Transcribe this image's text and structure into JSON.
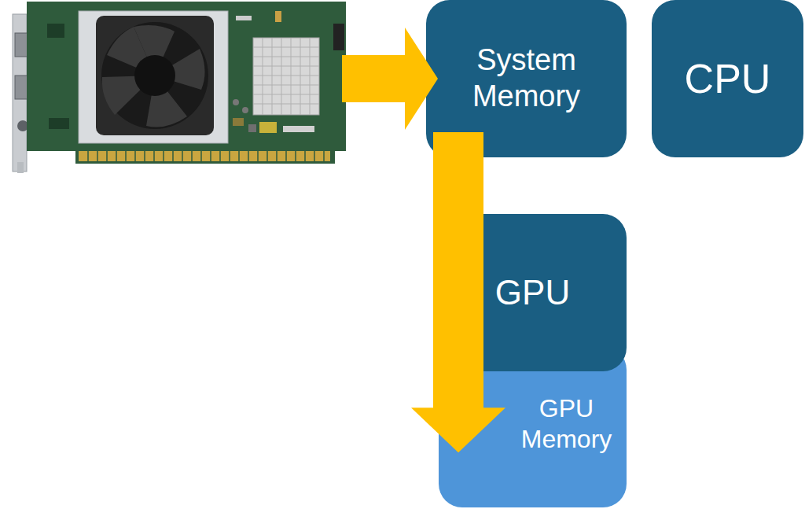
{
  "diagram": {
    "nodes": [
      {
        "text": [
          "System Memory"
        ]
      },
      {
        "text": [
          "CPU"
        ]
      },
      {
        "text": [
          "GPU"
        ]
      },
      {
        "text": [
          "GPU Memory"
        ]
      }
    ],
    "edges": [
      {
        "from": 0,
        "to": 3,
        "arrow": "to"
      }
    ]
  }
}
